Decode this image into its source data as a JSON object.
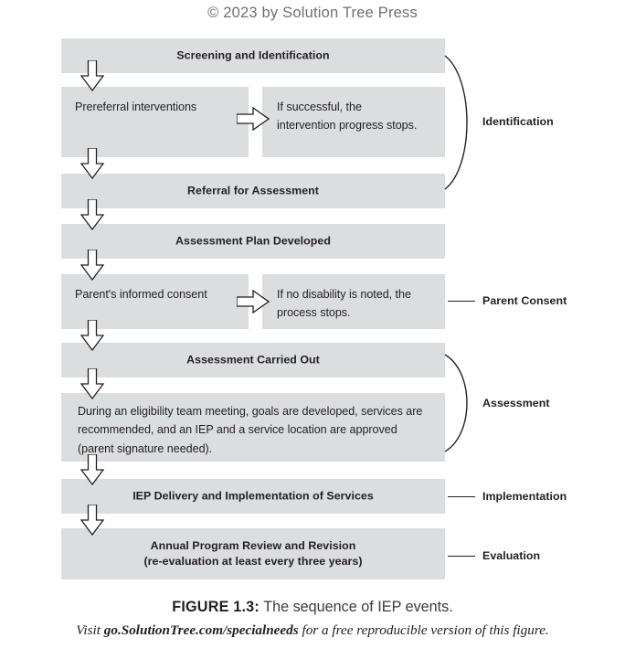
{
  "copyright": "© 2023 by Solution Tree Press",
  "colors": {
    "box_fill": "#dcdddf",
    "text": "#231f20",
    "copyright_text": "#6e7073",
    "arrow_stroke": "#231f20"
  },
  "flow": {
    "steps": [
      {
        "id": "screening",
        "kind": "title",
        "label": "Screening and Identification"
      },
      {
        "id": "prereferral",
        "kind": "split",
        "left_text": "Prereferral interventions",
        "right_text": "If successful, the intervention progress stops."
      },
      {
        "id": "referral",
        "kind": "title",
        "label": "Referral for Assessment"
      },
      {
        "id": "assessment-plan",
        "kind": "title",
        "label": "Assessment Plan Developed"
      },
      {
        "id": "parent-consent",
        "kind": "split",
        "left_text": "Parent's informed consent",
        "right_text": "If no disability is noted, the process stops."
      },
      {
        "id": "assessment-carried-out",
        "kind": "title",
        "label": "Assessment Carried Out"
      },
      {
        "id": "eligibility-meeting",
        "kind": "body",
        "label": "During an eligibility team meeting, goals are developed, services are recommended, and an IEP and a service location are approved (parent signature needed)."
      },
      {
        "id": "iep-delivery",
        "kind": "title",
        "label": "IEP Delivery and Implementation of Services"
      },
      {
        "id": "annual-review",
        "kind": "title",
        "label": "Annual Program Review and Revision\n(re-evaluation at least every three years)",
        "line1": "Annual Program Review and Revision",
        "line2": "(re-evaluation at least every three years)"
      }
    ]
  },
  "phases": [
    {
      "id": "identification",
      "label": "Identification",
      "connector": "arc"
    },
    {
      "id": "parent-consent",
      "label": "Parent Consent",
      "connector": "line"
    },
    {
      "id": "assessment",
      "label": "Assessment",
      "connector": "arc"
    },
    {
      "id": "implementation",
      "label": "Implementation",
      "connector": "line"
    },
    {
      "id": "evaluation",
      "label": "Evaluation",
      "connector": "line"
    }
  ],
  "caption": {
    "figure_label": "FIGURE 1.3:",
    "figure_text": " The sequence of IEP events.",
    "visit_prefix": "Visit ",
    "url": "go.SolutionTree.com/specialneeds",
    "visit_suffix": " for a free reproducible version of this figure."
  }
}
